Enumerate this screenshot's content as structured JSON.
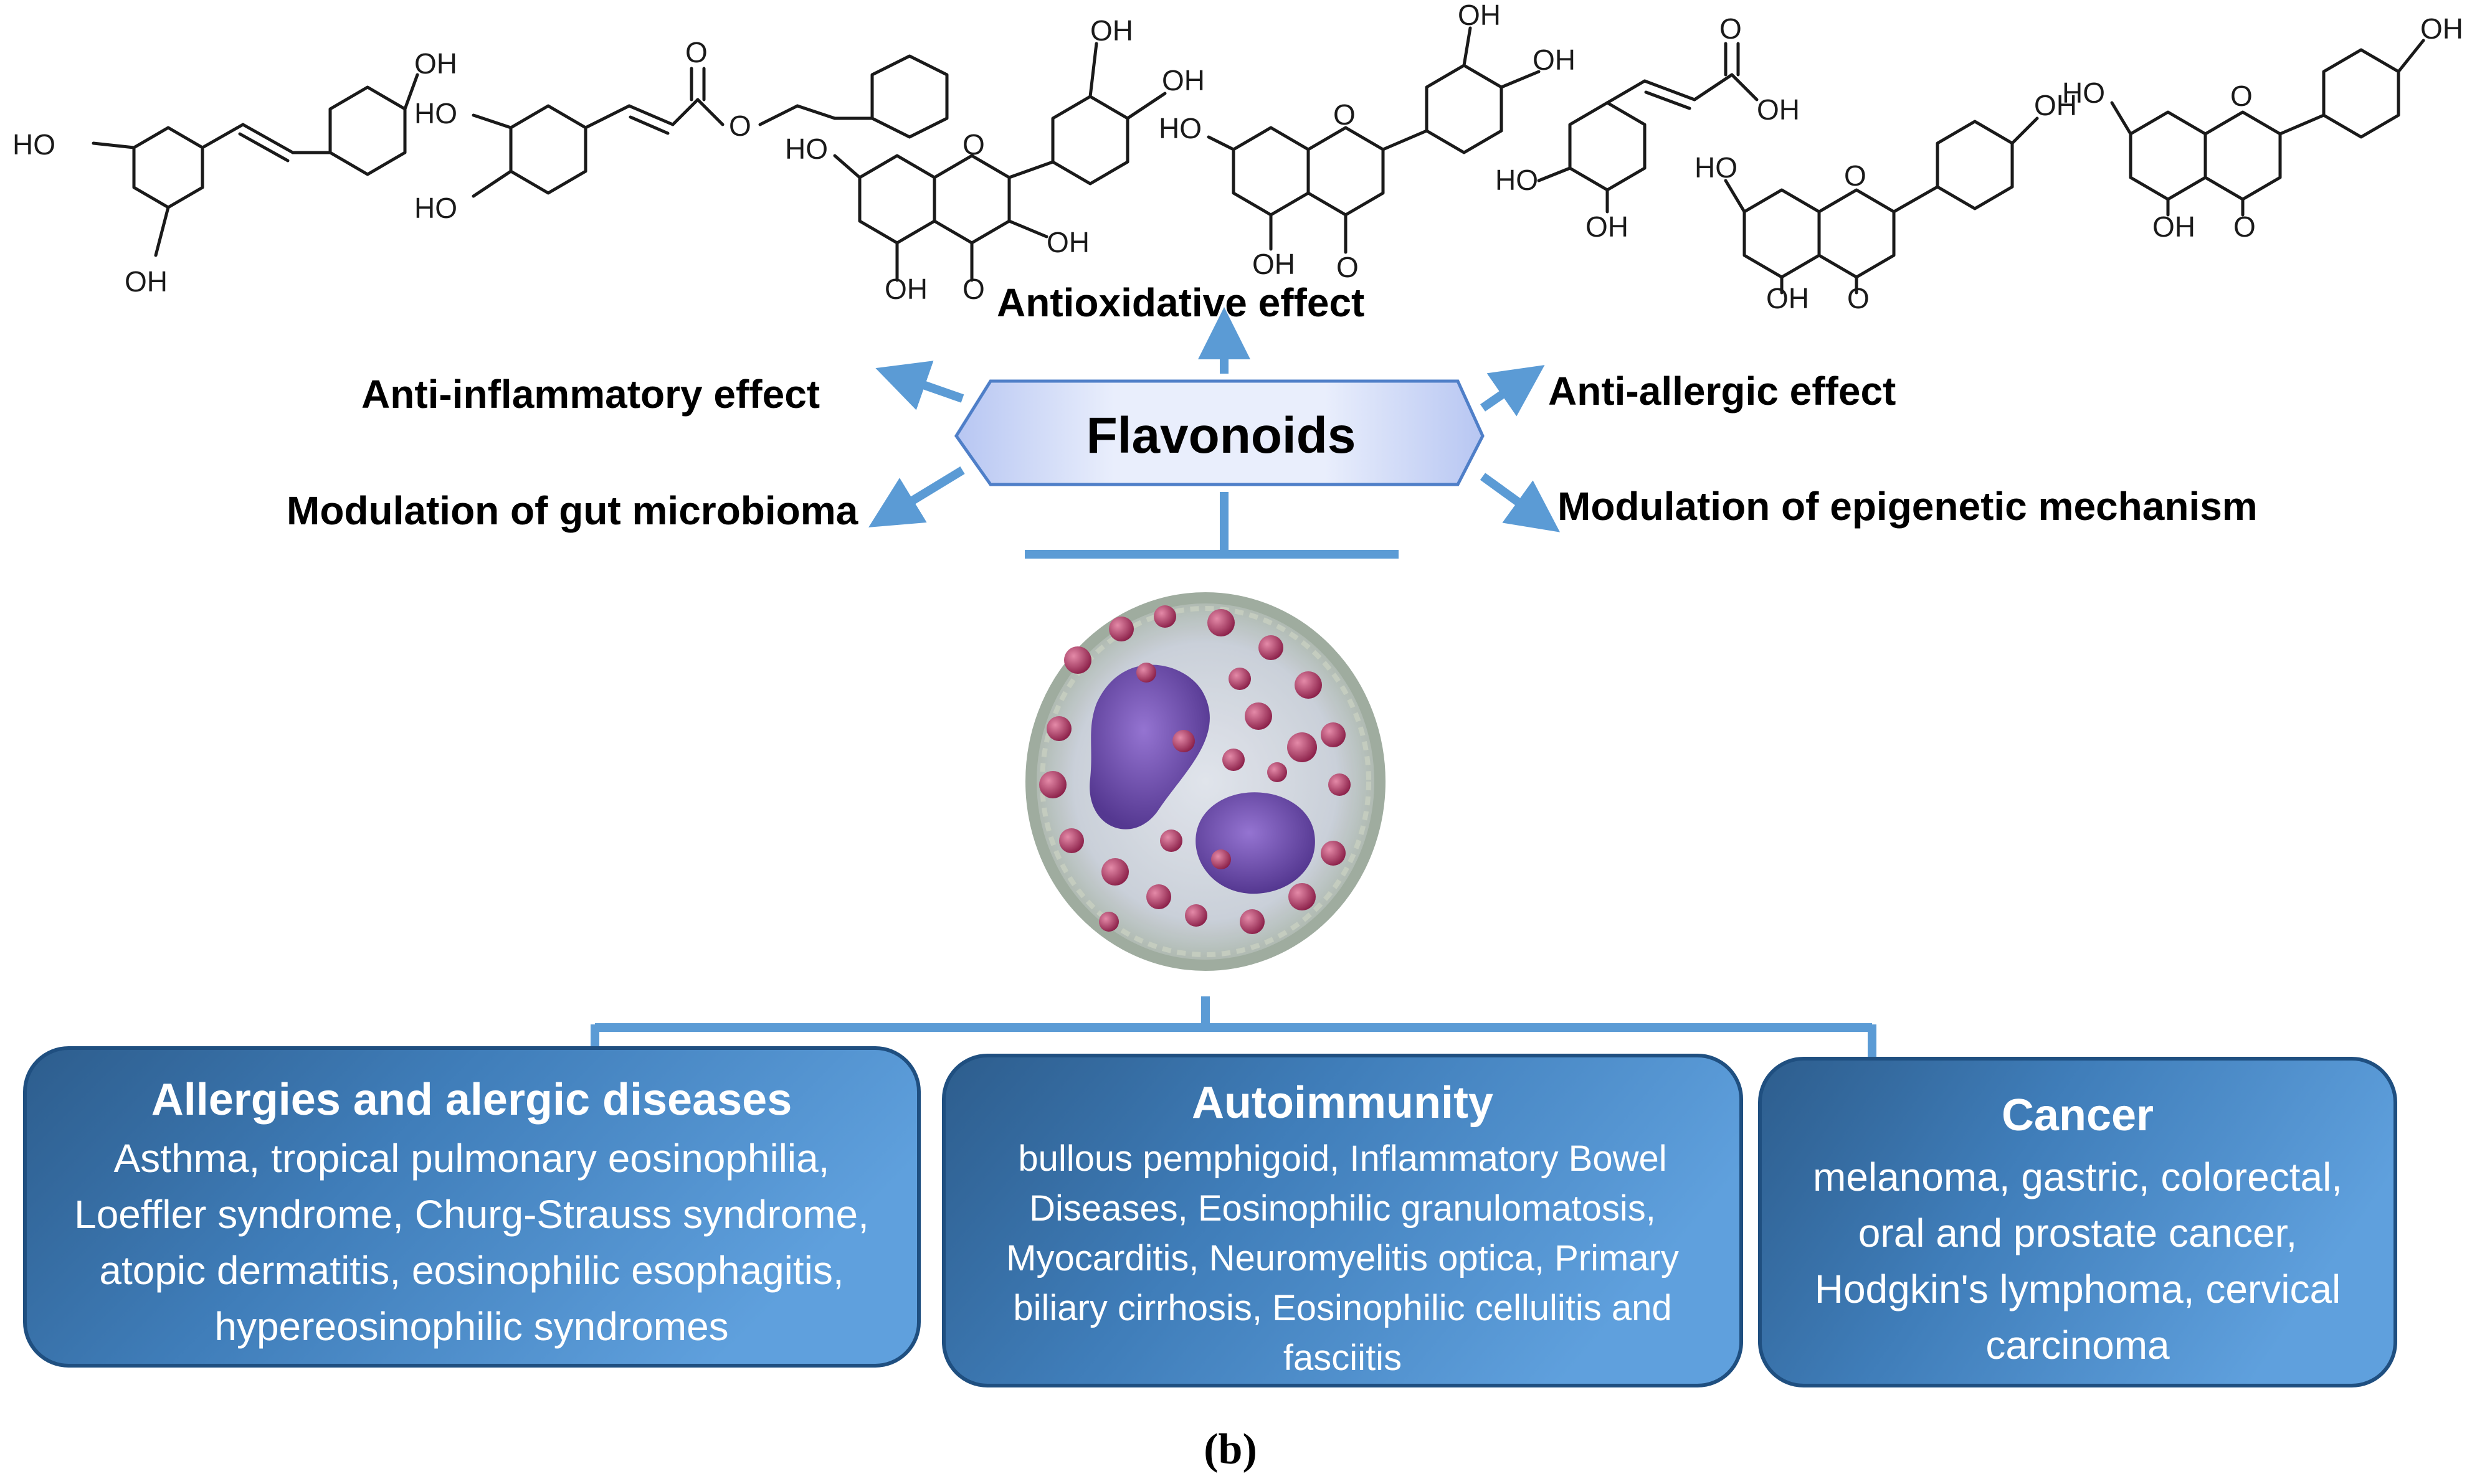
{
  "center": {
    "label": "Flavonoids"
  },
  "effects": {
    "top": "Antioxidative effect",
    "upper_left": "Anti-inflammatory effect",
    "lower_left": "Modulation of gut microbioma",
    "upper_right": "Anti-allergic effect",
    "lower_right": "Modulation of epigenetic mechanism"
  },
  "structure_labels": {
    "oh": "OH",
    "ho": "HO",
    "o": "O"
  },
  "boxes": [
    {
      "title": "Allergies and alergic diseases",
      "lines": [
        "Asthma, tropical pulmonary eosinophilia,",
        "Loeffler syndrome, Churg-Strauss syndrome,",
        "atopic dermatitis, eosinophilic esophagitis,",
        "hypereosinophilic syndromes"
      ]
    },
    {
      "title": "Autoimmunity",
      "lines": [
        "bullous pemphigoid, Inflammatory Bowel",
        "Diseases, Eosinophilic granulomatosis,",
        "Myocarditis, Neuromyelitis optica, Primary",
        "biliary cirrhosis, Eosinophilic cellulitis and",
        "fasciitis"
      ]
    },
    {
      "title": "Cancer",
      "lines": [
        "melanoma, gastric, colorectal,",
        "oral and prostate cancer,",
        "Hodgkin's lymphoma, cervical",
        "carcinoma"
      ]
    }
  ],
  "caption": "(b)",
  "colors": {
    "accent": "#5b9bd5",
    "box_dark": "#2e5f8f",
    "box_light": "#5a9ad8",
    "hexagon_fill": "#dfe6fb"
  }
}
